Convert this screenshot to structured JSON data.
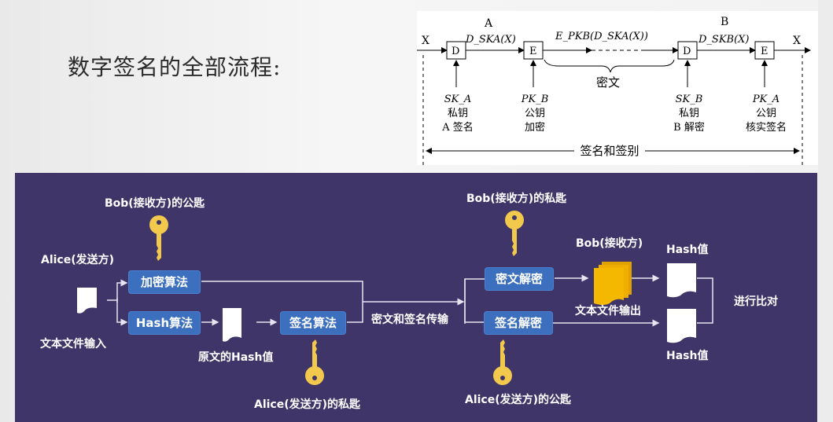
{
  "title": "数字签名的全部流程:",
  "top_diagram": {
    "label_a": "A",
    "label_b": "B",
    "input_x": "X",
    "output_x": "X",
    "box_d1": "D",
    "box_e1": "E",
    "box_d2": "D",
    "box_e2": "E",
    "signal1": "D_SKA(X)",
    "signal2": "E_PKB(D_SKA(X))",
    "signal3": "D_SKB(X)",
    "ciphertext": "密文",
    "keys": [
      {
        "key": "SK_A",
        "line1": "私钥",
        "line2": "A 签名"
      },
      {
        "key": "PK_B",
        "line1": "公钥",
        "line2": "加密"
      },
      {
        "key": "SK_B",
        "line1": "私钥",
        "line2": "B 解密"
      },
      {
        "key": "PK_A",
        "line1": "公钥",
        "line2": "核实签名"
      }
    ],
    "span_label": "签名和签别"
  },
  "flow": {
    "bob_public_key": "Bob(接收方)的公匙",
    "alice_sender": "Alice(发送方)",
    "text_input": "文本文件输入",
    "encrypt_alg": "加密算法",
    "hash_alg": "Hash算法",
    "orig_hash": "原文的Hash值",
    "sign_alg": "签名算法",
    "alice_private_key": "Alice(发送方)的私匙",
    "transmit": "密文和签名传输",
    "bob_private_key": "Bob(接收方)的私匙",
    "decrypt_cipher": "密文解密",
    "decrypt_sign": "签名解密",
    "alice_public_key": "Alice(发送方)的公匙",
    "bob_receiver": "Bob(接收方)",
    "text_output": "文本文件输出",
    "hash_value_top": "Hash值",
    "hash_value_bottom": "Hash值",
    "compare": "进行比对"
  },
  "colors": {
    "panel_bg": "#3f3568",
    "button_bg": "#3c6fbe",
    "key_gold": "#f2c94c",
    "doc_gold": "#f5b800"
  }
}
